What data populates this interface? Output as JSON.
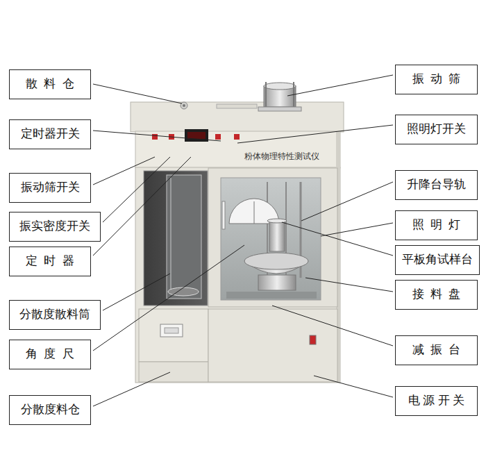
{
  "diagram": {
    "nodes": [
      {
        "text": [
          "散料仓"
        ]
      },
      {
        "text": [
          "定时器开关"
        ]
      },
      {
        "text": [
          "振动筛开关"
        ]
      },
      {
        "text": [
          "振实密度开关"
        ]
      },
      {
        "text": [
          "定时器"
        ]
      },
      {
        "text": [
          "分散度散料筒"
        ]
      },
      {
        "text": [
          "角度尺"
        ]
      },
      {
        "text": [
          "分散度料仓"
        ]
      },
      {
        "text": [
          "振动筛"
        ]
      },
      {
        "text": [
          "照明灯开关"
        ]
      },
      {
        "text": [
          "升降台导轨"
        ]
      },
      {
        "text": [
          "照明灯"
        ]
      },
      {
        "text": [
          "平板角试样台"
        ]
      },
      {
        "text": [
          "接料盘"
        ]
      },
      {
        "text": [
          "减振台"
        ]
      },
      {
        "text": [
          "电源开关"
        ]
      }
    ],
    "labels": [
      "粉体物理特性测试仪"
    ]
  }
}
